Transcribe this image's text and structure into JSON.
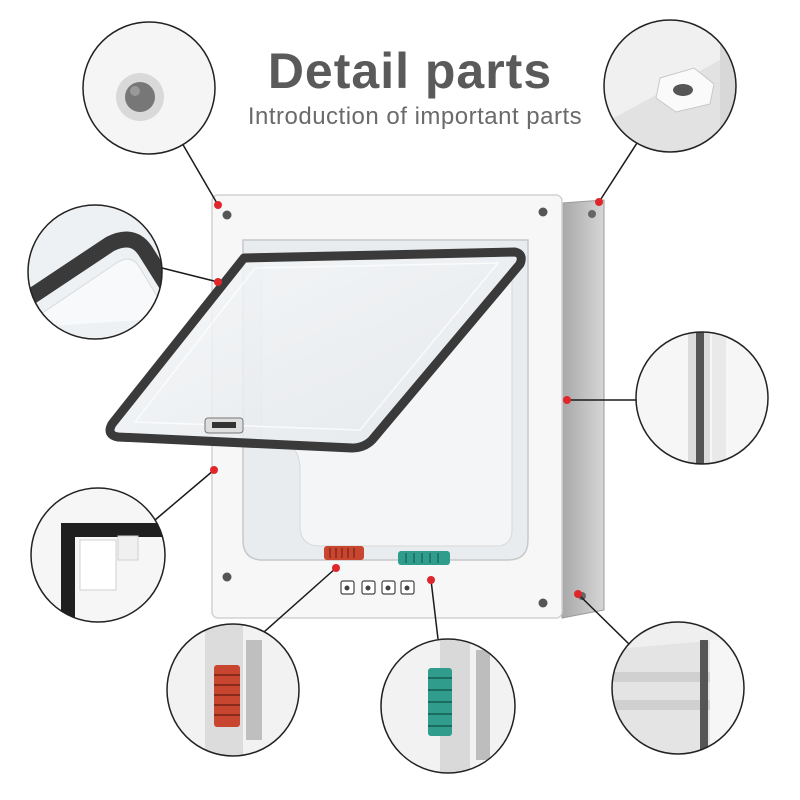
{
  "heading": {
    "title": "Detail parts",
    "subtitle": "Introduction of important parts"
  },
  "colors": {
    "title": "#5a5a5a",
    "subtitle": "#6a6a6a",
    "marker": "#e0262b",
    "leader_line": "#1a1a1a",
    "frame": "#f7f7f7",
    "brush_seal": "#3a3a3a",
    "red_lock": "#c8452f",
    "green_lock": "#2f9c8c"
  },
  "detail_callouts": [
    {
      "name": "screw-hole-detail"
    },
    {
      "name": "spacer-detail"
    },
    {
      "name": "brush-seal-detail"
    },
    {
      "name": "frame-side-seal-detail"
    },
    {
      "name": "flap-corner-detail"
    },
    {
      "name": "red-lock-detail"
    },
    {
      "name": "green-lock-detail"
    },
    {
      "name": "tunnel-rail-detail"
    }
  ]
}
